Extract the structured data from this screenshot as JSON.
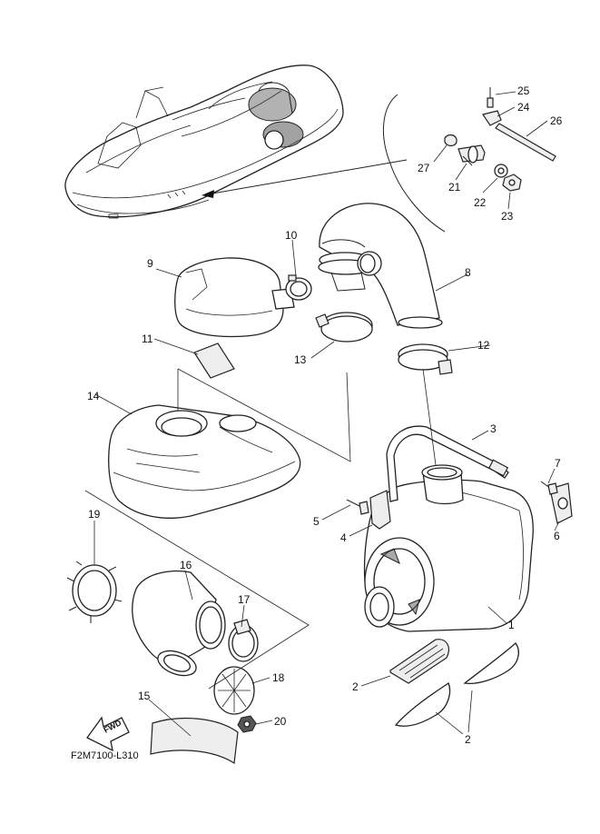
{
  "diagram": {
    "code": "F2M7100-L310",
    "fwd_label": "FWD",
    "callouts": {
      "c1": "1",
      "c2a": "2",
      "c2b": "2",
      "c3": "3",
      "c4": "4",
      "c5": "5",
      "c6": "6",
      "c7": "7",
      "c8": "8",
      "c9": "9",
      "c10": "10",
      "c11": "11",
      "c12": "12",
      "c13": "13",
      "c14": "14",
      "c15": "15",
      "c16": "16",
      "c17": "17",
      "c18": "18",
      "c19": "19",
      "c20": "20",
      "c21": "21",
      "c22": "22",
      "c23": "23",
      "c24": "24",
      "c25": "25",
      "c26": "26",
      "c27": "27"
    }
  }
}
